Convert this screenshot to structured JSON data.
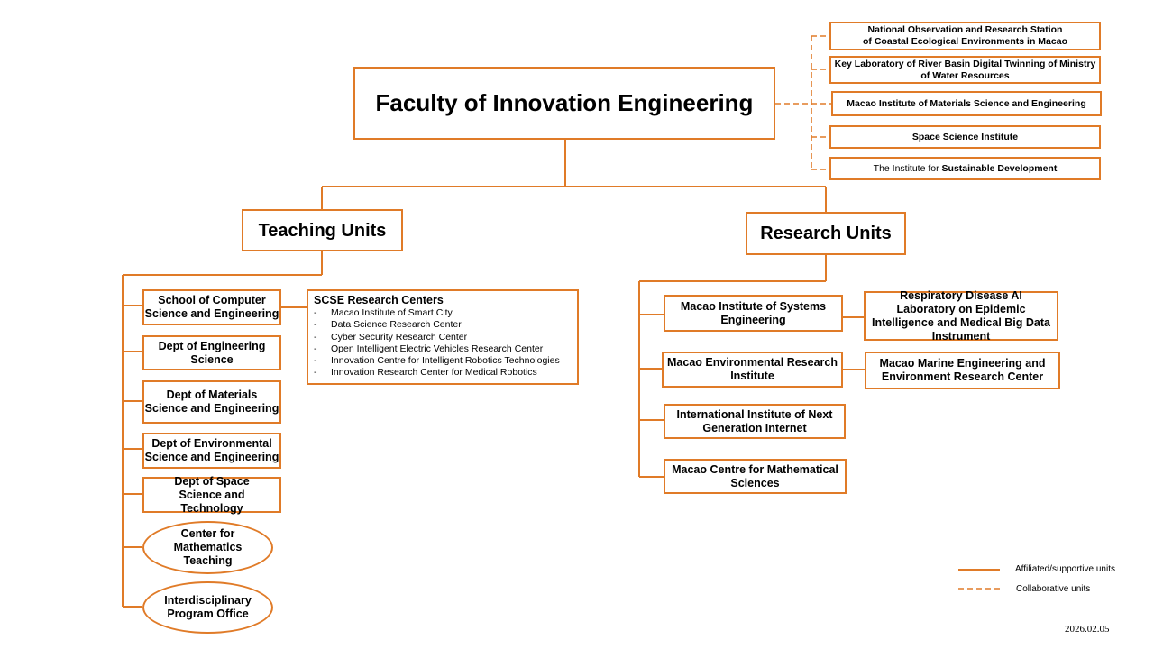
{
  "colors": {
    "line": "#E07B28",
    "text": "#000000",
    "background": "#ffffff"
  },
  "faculty": {
    "title": "Faculty of Innovation Engineering"
  },
  "collaborative_units": [
    "National Observation and Research Station of Coastal Ecological Environments in Macao",
    "Key Laboratory of River Basin Digital Twinning of Ministry of Water Resources",
    "Macao Institute of Materials Science and Engineering",
    "Space Science Institute",
    "The Institute for Sustainable Development"
  ],
  "collab_lines": {
    "c0a": "National Observation and Research Station",
    "c0b": "of Coastal Ecological Environments in Macao",
    "c1a": "Key Laboratory of River Basin Digital Twinning of Ministry",
    "c1b": "of Water Resources",
    "c2": "Macao Institute of Materials Science and Engineering",
    "c3": "Space Science Institute",
    "c4a": "The Institute for ",
    "c4b": "Sustainable Development"
  },
  "teaching": {
    "title": "Teaching Units",
    "units": {
      "scse": "School of Computer Science and Engineering",
      "engsci": "Dept of Engineering Science",
      "matsci": "Dept of Materials Science and Engineering",
      "envsci": "Dept of Environmental Science and Engineering",
      "space": "Dept of Space Science and Technology",
      "math": "Center for Mathematics Teaching",
      "idp": "Interdisciplinary Program Office"
    },
    "scse_centers": {
      "title": "SCSE Research Centers",
      "bullet": "-",
      "items": [
        "Macao Institute of Smart City",
        "Data Science Research Center",
        "Cyber Security Research Center",
        "Open Intelligent Electric Vehicles Research Center",
        "Innovation Centre for Intelligent Robotics Technologies",
        "Innovation Research Center for Medical Robotics"
      ]
    }
  },
  "research": {
    "title": "Research Units",
    "units": {
      "mise": "Macao Institute of Systems Engineering",
      "merc": "Macao Environmental Research Institute",
      "iing": "International Institute of Next Generation Internet",
      "mcms": "Macao Centre for Mathematical Sciences"
    },
    "sub_units": {
      "rdai": "Respiratory Disease AI Laboratory on Epidemic Intelligence and Medical Big Data Instrument",
      "mmee": "Macao Marine Engineering and Environment Research Center"
    }
  },
  "legend": {
    "solid": "Affiliated/supportive units",
    "dashed": "Collaborative units"
  },
  "date": "2026.02.05"
}
